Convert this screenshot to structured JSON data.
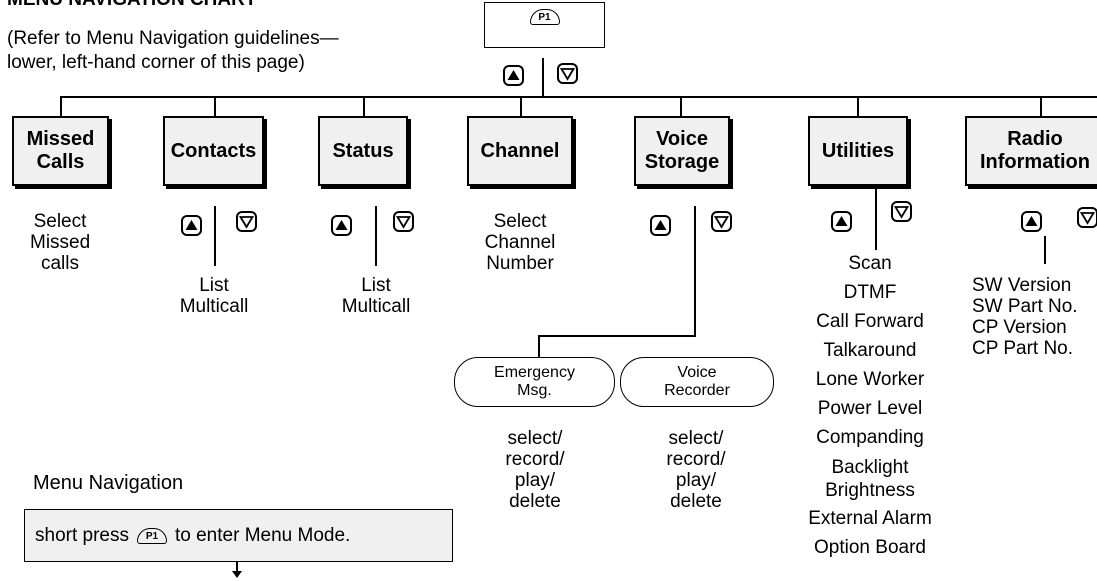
{
  "header": {
    "title": "MENU NAVIGATION CHART",
    "note": "(Refer to Menu Navigation guidelines—\nlower, left-hand corner of this page)"
  },
  "p1_key_label": "P1",
  "menus": {
    "missed_calls": {
      "title": "Missed\nCalls",
      "desc": "Select\nMissed\ncalls"
    },
    "contacts": {
      "title": "Contacts",
      "desc": "List\nMulticall"
    },
    "status": {
      "title": "Status",
      "desc": "List\nMulticall"
    },
    "channel": {
      "title": "Channel",
      "desc": "Select\nChannel\nNumber"
    },
    "voice_storage": {
      "title": "Voice\nStorage",
      "emergency": {
        "label": "Emergency\nMsg.",
        "desc": "select/\nrecord/\nplay/\ndelete"
      },
      "recorder": {
        "label": "Voice\nRecorder",
        "desc": "select/\nrecord/\nplay/\ndelete"
      }
    },
    "utilities": {
      "title": "Utilities",
      "items": [
        "Scan",
        "DTMF",
        "Call Forward",
        "Talkaround",
        "Lone Worker",
        "Power Level",
        "Companding",
        "Backlight\nBrightness",
        "External Alarm",
        "Option Board"
      ]
    },
    "radio_information": {
      "title": "Radio\nInformation",
      "items": [
        "SW Version",
        "SW Part No.",
        "CP Version",
        "CP Part No."
      ]
    }
  },
  "menu_navigation": {
    "heading": "Menu Navigation",
    "text_before": "short press",
    "text_after": "to enter Menu Mode."
  }
}
